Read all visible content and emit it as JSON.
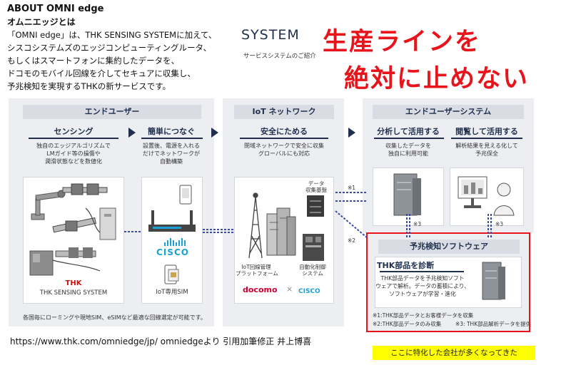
{
  "header": {
    "title": "ABOUT OMNI edge",
    "subtitle": "オムニエッジとは",
    "body_lines": [
      "「OMNI edge」は、THK SENSING SYSTEMに加えて、",
      "シスコシステムズのエッジコンピューティングルータ、",
      "もしくはスマートフォンに集約したデータを、",
      "ドコモのモバイル回線を介してセキュアに収集し、",
      "予兆検知を実現するTHKの新サービスです。"
    ]
  },
  "system": {
    "title": "SYSTEM",
    "subtitle": "サービスシステムのご紹介"
  },
  "headline": {
    "line1": "生産ラインを",
    "line2": "絶対に止めない"
  },
  "end_user": {
    "caption": "エンドユーザー",
    "sensing": {
      "label": "センシング",
      "lines": [
        "独自のエッジアルゴリズムで",
        "LMガイド等の損傷や",
        "潤滑状態などを数値化"
      ],
      "logo": "THK",
      "system_label": "THK SENSING SYSTEM"
    },
    "connect": {
      "label": "簡単につなぐ",
      "lines": [
        "設置後、電源を入れる",
        "だけでネットワークが",
        "自動構築"
      ],
      "cisco": "CISCO",
      "sim_label": "IoT専用SIM"
    }
  },
  "iot_network": {
    "caption": "IoT ネットワーク",
    "label": "安全にためる",
    "lines": [
      "閉域ネットワークで安全に収集",
      "グローバルにも対応"
    ],
    "data_platform": [
      "データ",
      "収集基盤"
    ],
    "iot_platform": [
      "IoT回線管理",
      "プラットフォーム"
    ],
    "control_system": [
      "自動化制御",
      "システム"
    ],
    "docomo": "docomo",
    "times": "×",
    "cisco": "CISCO"
  },
  "end_user_system": {
    "caption": "エンドユーザーシステム",
    "analyze": {
      "label": "分析して活用する",
      "lines": [
        "収集したデータを",
        "独自に利用可能"
      ]
    },
    "view": {
      "label": "閲覧して活用する",
      "lines": [
        "解析結果を見える化して",
        "予兆保全"
      ]
    }
  },
  "marks": {
    "m1": "※1",
    "m2": "※2",
    "m3a": "※3",
    "m3b": "※3"
  },
  "predictive": {
    "caption": "予兆検知ソフトウェア",
    "label": "THK部品を診断",
    "lines": [
      "THK部品データを予兆検知ソフト",
      "ウェアで解析。データの蓄積により、",
      "ソフトウェアが学習・進化"
    ],
    "note1": "※1:THK部品データとお客様データを収集",
    "note2": "※2:THK部品データのみ収集",
    "note3": "※3: THK部品解析データを提供"
  },
  "bottom_note": "各国毎にローミングや現地SIM、eSIMなど最適な回線選定が可能です。",
  "footer": "https://www.thk.com/omniedge/jp/  omniedgeより  引用加筆修正  井上博喜",
  "highlight_note": "ここに特化した会社が多くなってきた",
  "colors": {
    "accent_red": "#e8141b",
    "navy": "#1f2f4d",
    "panel": "#eceef1",
    "highlight": "#ffff00",
    "cisco_blue": "#1ba0d7",
    "docomo_red": "#cc0033"
  }
}
